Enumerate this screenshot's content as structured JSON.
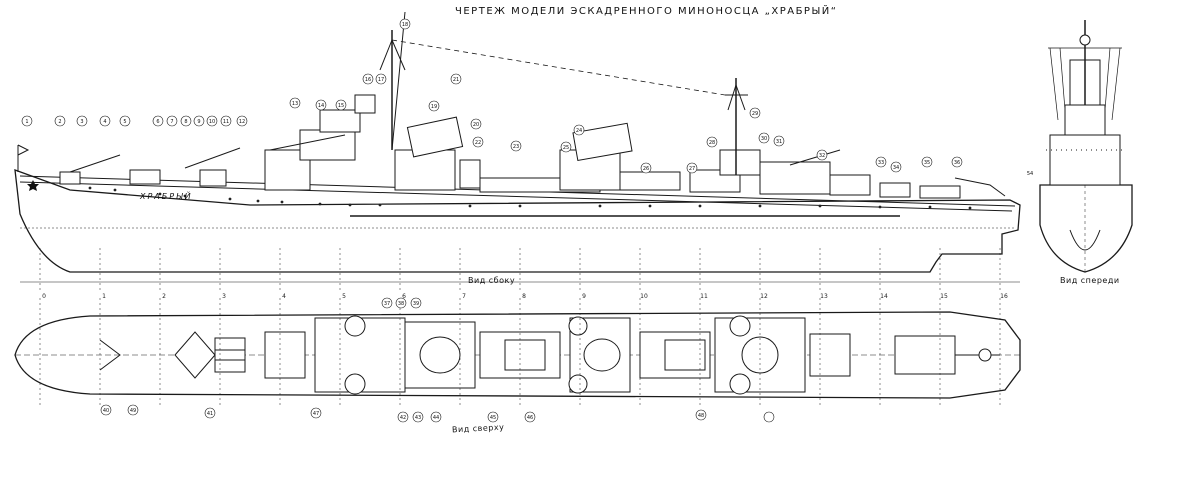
{
  "title": "ЧЕРТЕЖ  МОДЕЛИ  ЭСКАДРЕННОГО  МИНОНОСЦА  „ХРАБРЫЙ“",
  "hull_name": "ХРАБРЫЙ",
  "views": {
    "side": "Вид сбоку",
    "top": "Вид сверху",
    "front": "Вид спереди"
  },
  "frame_labels": [
    "0",
    "1",
    "2",
    "3",
    "4",
    "5",
    "6",
    "7",
    "8",
    "9",
    "10",
    "11",
    "12",
    "13",
    "14",
    "15",
    "16"
  ],
  "side_callouts": [
    "1",
    "2",
    "3",
    "4",
    "5",
    "6",
    "7",
    "8",
    "9",
    "10",
    "11",
    "12",
    "13",
    "14",
    "15",
    "16",
    "17",
    "18",
    "19",
    "20",
    "21",
    "22",
    "23",
    "24",
    "25",
    "26",
    "27",
    "28",
    "29",
    "30",
    "31",
    "32",
    "33",
    "34",
    "35",
    "36"
  ],
  "top_callouts": [
    "37",
    "38",
    "39",
    "40",
    "41",
    "42",
    "43",
    "44",
    "45",
    "46",
    "47",
    "48",
    "49"
  ],
  "front_callouts": [
    "54"
  ]
}
